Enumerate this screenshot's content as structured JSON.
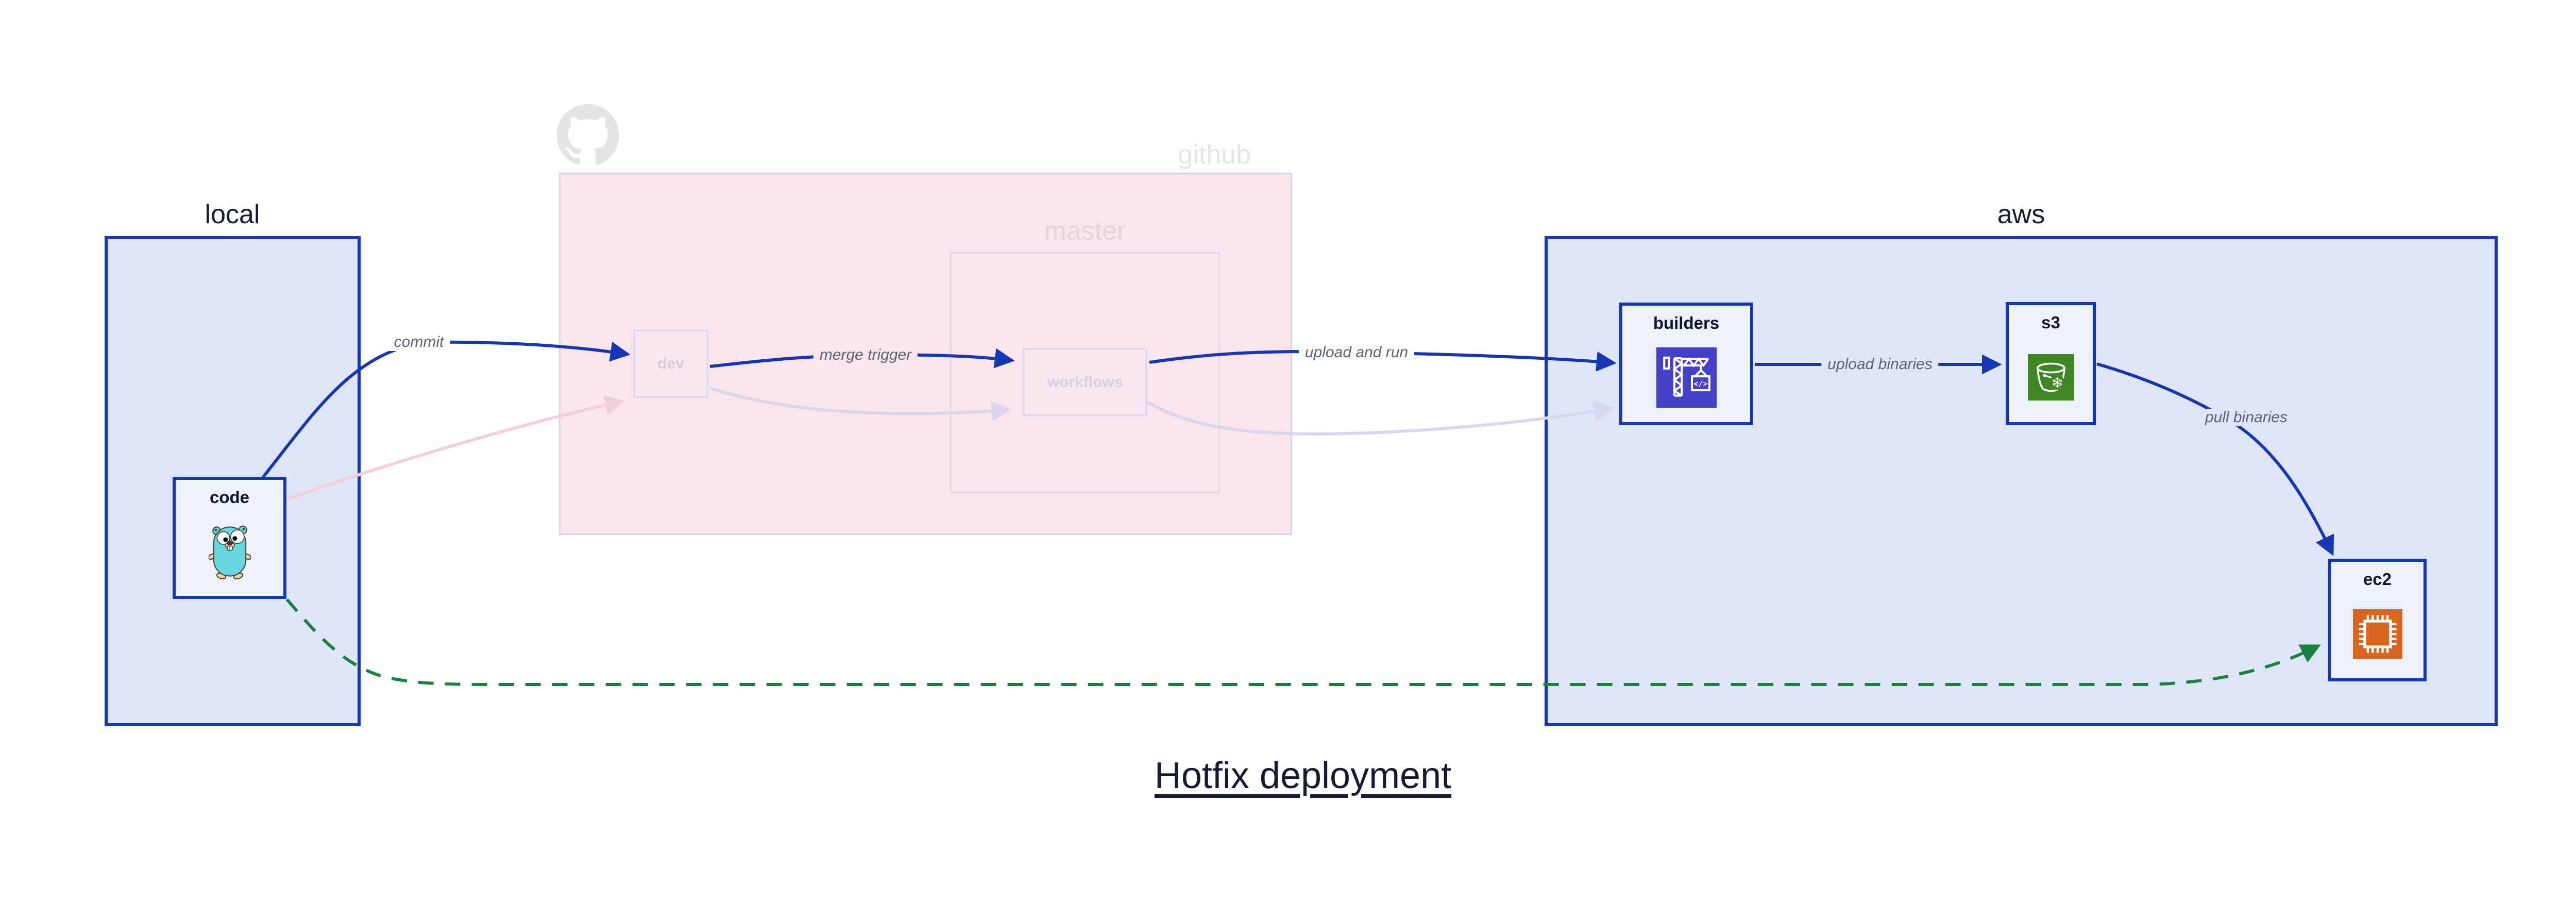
{
  "title": "Hotfix deployment",
  "containers": {
    "local": "local",
    "github": "github",
    "master": "master",
    "aws": "aws"
  },
  "nodes": {
    "code": "code",
    "dev": "dev",
    "workflows": "workflows",
    "builders": "builders",
    "s3": "s3",
    "ec2": "ec2"
  },
  "edges": {
    "commit": "commit",
    "merge_trigger": "merge trigger",
    "upload_and_run": "upload and run",
    "upload_binaries": "upload binaries",
    "pull_binaries": "pull binaries"
  },
  "icons": {
    "code": "go-gopher-icon",
    "builders": "aws-codebuild-crane-icon",
    "s3": "aws-s3-bucket-icon",
    "ec2": "aws-ec2-chip-icon",
    "github": "github-octocat-icon"
  },
  "colors": {
    "primary_blue": "#1636b2",
    "container_fill": "#dee5f8",
    "node_fill": "#edf1fb",
    "github_pink": "#f9e5ea",
    "ghost_lavender": "#d9d6ef",
    "ghost_pink": "#f3cedb",
    "hotfix_green": "#1b7f3e",
    "codebuild_indigo": "#4440c8",
    "s3_green": "#3e8624",
    "ec2_orange": "#d9671f",
    "gopher_teal": "#68d6de",
    "edge_label_gray": "#5d636f",
    "text_navy": "#161e38"
  }
}
